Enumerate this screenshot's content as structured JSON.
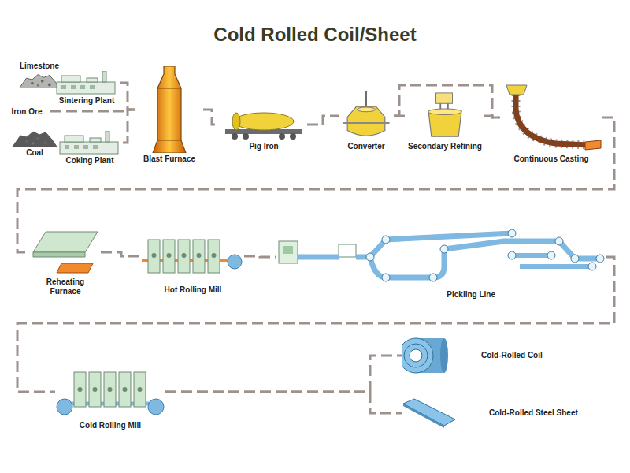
{
  "diagram": {
    "title": "Cold Rolled Coil/Sheet",
    "nodes": [
      {
        "text": [
          "Limestone"
        ]
      },
      {
        "text": [
          "Iron Ore"
        ]
      },
      {
        "text": [
          "Sintering Plant"
        ]
      },
      {
        "text": [
          "Coal"
        ]
      },
      {
        "text": [
          "Coking Plant"
        ]
      },
      {
        "text": [
          "Blast Furnace"
        ]
      },
      {
        "text": [
          "Pig Iron"
        ]
      },
      {
        "text": [
          "Converter"
        ]
      },
      {
        "text": [
          "Secondary Refining"
        ]
      },
      {
        "text": [
          "Continuous Casting"
        ]
      },
      {
        "text": [
          "Reheating Furnace"
        ]
      },
      {
        "text": [
          "Hot Rolling Mill"
        ]
      },
      {
        "text": [
          "Pickling Line"
        ]
      },
      {
        "text": [
          "Cold Rolling Mill"
        ]
      },
      {
        "text": [
          "Cold-Rolled Coil"
        ]
      },
      {
        "text": [
          "Cold-Rolled Steel Sheet"
        ]
      }
    ],
    "edges": [
      {
        "from": 2,
        "to": 5,
        "arrow": "none"
      },
      {
        "from": 1,
        "to": 5,
        "arrow": "none"
      },
      {
        "from": 4,
        "to": 5,
        "arrow": "none"
      },
      {
        "from": 5,
        "to": 6,
        "arrow": "none"
      },
      {
        "from": 6,
        "to": 7,
        "arrow": "none"
      },
      {
        "from": 7,
        "to": 8,
        "arrow": "none"
      },
      {
        "from": 8,
        "to": 9,
        "arrow": "none"
      },
      {
        "from": 7,
        "to": 9,
        "arrow": "none"
      },
      {
        "from": 9,
        "to": 10,
        "arrow": "none"
      },
      {
        "from": 10,
        "to": 11,
        "arrow": "none"
      },
      {
        "from": 11,
        "to": 12,
        "arrow": "none"
      },
      {
        "from": 12,
        "to": 13,
        "arrow": "none"
      },
      {
        "from": 13,
        "to": 14,
        "arrow": "none"
      },
      {
        "from": 13,
        "to": 15,
        "arrow": "none"
      }
    ]
  }
}
